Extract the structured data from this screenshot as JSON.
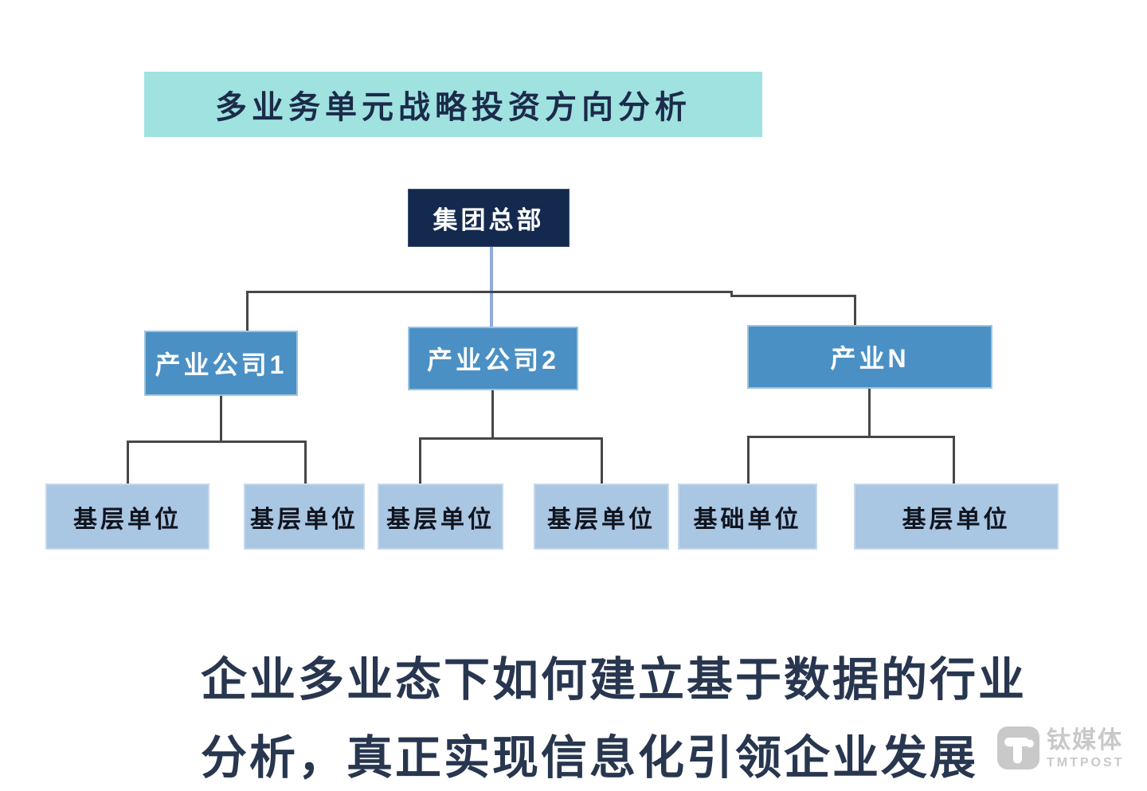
{
  "title_banner": {
    "text": "多业务单元战略投资方向分析",
    "bg_color": "#9FE2E0",
    "text_color": "#1C2B4A"
  },
  "org_chart": {
    "root": {
      "label": "集团总部",
      "bg_color": "#13294E",
      "text_color": "#FFFFFF"
    },
    "level2": [
      {
        "label": "产业公司1"
      },
      {
        "label": "产业公司2"
      },
      {
        "label": "产业N"
      }
    ],
    "level2_bg_color": "#4B90C4",
    "leaves": [
      {
        "label": "基层单位"
      },
      {
        "label": "基层单位"
      },
      {
        "label": "基层单位"
      },
      {
        "label": "基层单位"
      },
      {
        "label": "基础单位"
      },
      {
        "label": "基层单位"
      }
    ],
    "leaf_bg_color": "#A9C6E2",
    "connector_color": "#474747",
    "root_stem_color": "#8FAADC"
  },
  "caption": {
    "line1": "企业多业态下如何建立基于数据的行业",
    "line2": "分析，真正实现信息化引领企业发展",
    "text_color": "#28364F"
  },
  "watermark": {
    "name_cn": "钛媒体",
    "name_en": "TMTPOST",
    "color": "#C9C9C9"
  }
}
